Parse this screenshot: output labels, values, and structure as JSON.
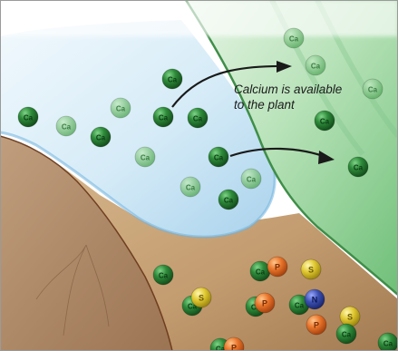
{
  "caption": {
    "line1": "Calcium is available",
    "line2": "to the plant"
  },
  "colors": {
    "calcium": "#2e8b3a",
    "phosphorus": "#e8742a",
    "sulfur": "#e0c830",
    "nitrogen": "#3a4fb0",
    "water": "#cfe6f5",
    "root": "#a9dcae",
    "soil": "#c9a57c"
  },
  "ion_labels": {
    "calcium": "Ca",
    "phosphorus": "P",
    "sulfur": "S",
    "nitrogen": "N"
  }
}
